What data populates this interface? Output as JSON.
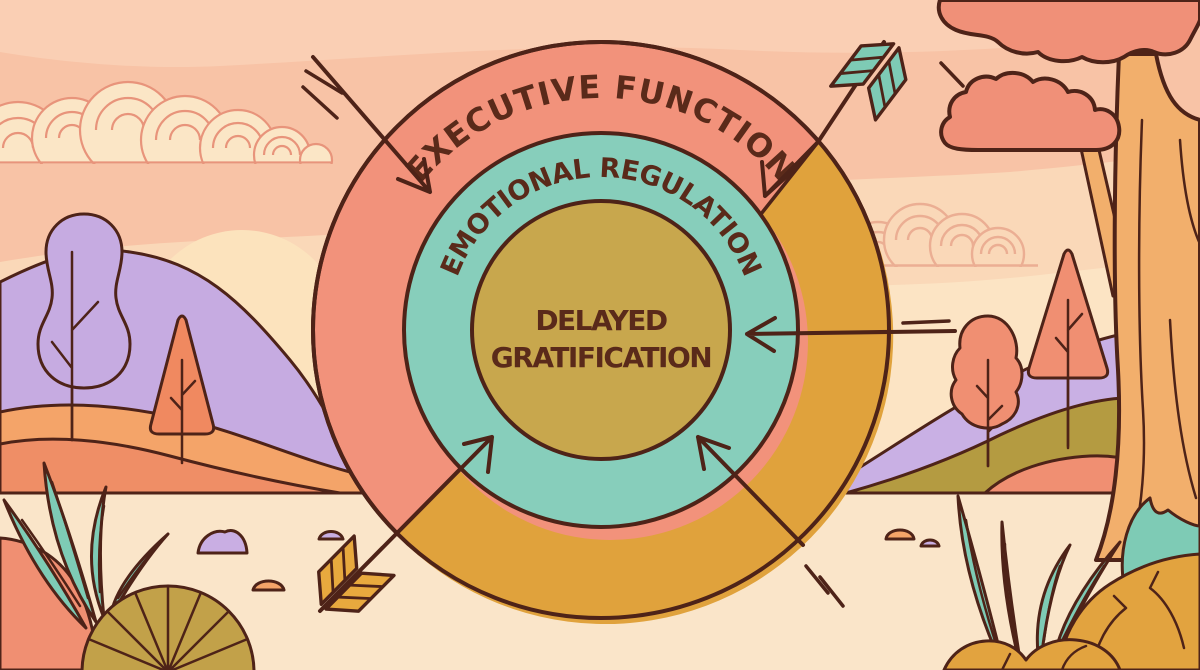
{
  "diagram": {
    "outer_ring_label": "EXECUTIVE FUNCTION",
    "middle_ring_label": "EMOTIONAL REGULATION",
    "center_label_line1": "DELAYED",
    "center_label_line2": "GRATIFICATION",
    "colors": {
      "outer_ring_salmon": "#F2927B",
      "outer_ring_orange": "#E0A23C",
      "middle_ring_teal": "#87CEBB",
      "center_olive": "#C8A74D",
      "outline_dark": "#4E2318",
      "label_text": "#5A2A1A"
    }
  },
  "scene": {
    "sky_base": "#F8C3A6",
    "sky_light": "#FACFB4",
    "sky_pale": "#FAD8B8",
    "sky_palest": "#FCE4C4",
    "sun": "#FCE3BD",
    "ground": "#FAE5C9",
    "hill_purple": "#C6ABE1",
    "band_orange_light": "#F4A469",
    "band_salmon": "#EF8E66",
    "band_olive": "#B49B41",
    "band_lavender": "#C9B0E4",
    "tree_salmon": "#F08F72",
    "tree_trunk_orange": "#F2AF6C",
    "canopy_salmon": "#F09078",
    "leaf_teal": "#7ECBB5",
    "bush_orange": "#E2A33F",
    "fan_olive": "#C2A149",
    "pebble_purple": "#C9AEE3",
    "pebble_orange": "#F4A469",
    "cloud_cream": "#FBE6C6",
    "fletching_teal": "#7ECBB5",
    "fletching_orange": "#E8A93E"
  }
}
